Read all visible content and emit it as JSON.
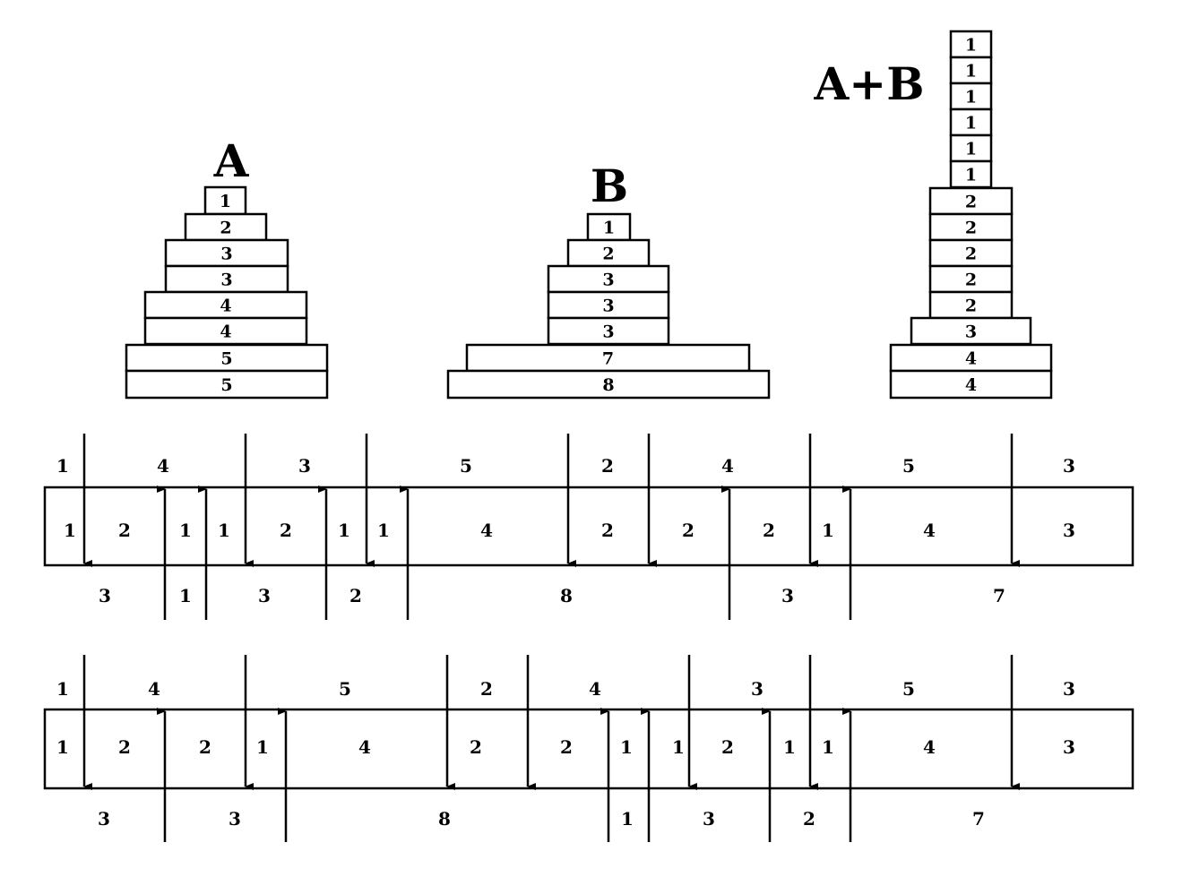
{
  "stack_a": {
    "label": "A",
    "blocks": [
      "1",
      "2",
      "3",
      "3",
      "4",
      "4",
      "5",
      "5"
    ]
  },
  "stack_b": {
    "label": "B",
    "blocks": [
      "1",
      "2",
      "3",
      "3",
      "3",
      "7",
      "8"
    ]
  },
  "stack_ab": {
    "label": "A+B",
    "blocks": [
      "1",
      "1",
      "1",
      "1",
      "1",
      "1",
      "2",
      "2",
      "2",
      "2",
      "2",
      "3",
      "4",
      "4"
    ]
  },
  "strip_1": {
    "top": [
      "1",
      "4",
      "3",
      "5",
      "2",
      "4",
      "5",
      "3"
    ],
    "inside": [
      "1",
      "2",
      "1",
      "1",
      "2",
      "1",
      "1",
      "4",
      "2",
      "2",
      "2",
      "1",
      "4",
      "3"
    ],
    "bottom": [
      "3",
      "1",
      "3",
      "2",
      "8",
      "3",
      "7"
    ]
  },
  "strip_2": {
    "top": [
      "1",
      "4",
      "5",
      "2",
      "4",
      "3",
      "5",
      "3"
    ],
    "inside": [
      "1",
      "2",
      "2",
      "1",
      "4",
      "2",
      "2",
      "1",
      "1",
      "2",
      "1",
      "1",
      "4",
      "3"
    ],
    "bottom": [
      "3",
      "3",
      "8",
      "1",
      "3",
      "2",
      "7"
    ]
  }
}
